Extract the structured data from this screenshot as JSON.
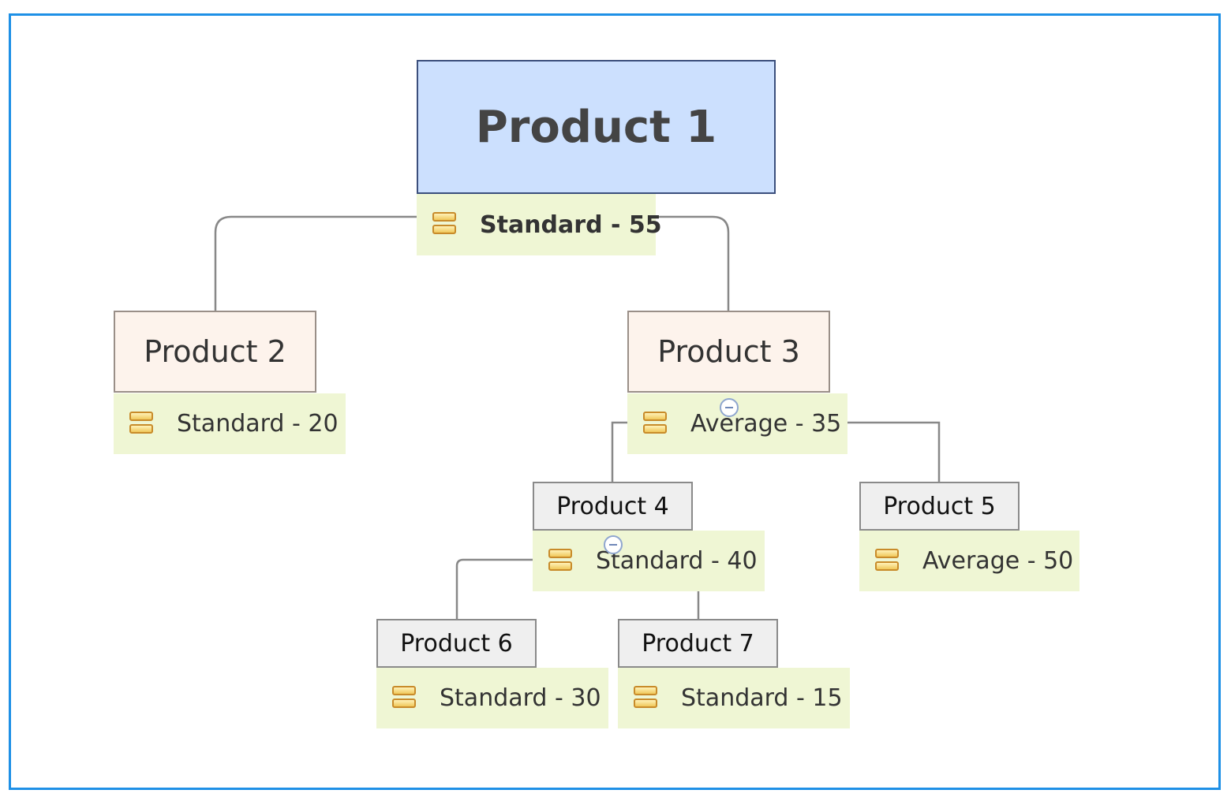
{
  "root": {
    "label": "Product 1",
    "note": "Standard - 55"
  },
  "children": [
    {
      "label": "Product 2",
      "note": "Standard - 20"
    },
    {
      "label": "Product 3",
      "note": "Average - 35"
    },
    {
      "label": "Product 4",
      "note": "Standard - 40"
    },
    {
      "label": "Product 5",
      "note": "Average - 50"
    },
    {
      "label": "Product 6",
      "note": "Standard - 30"
    },
    {
      "label": "Product 7",
      "note": "Standard - 15"
    }
  ],
  "colors": {
    "frame": "#1e90e6",
    "root_fill": "#cce0fe",
    "level1_fill": "#fdf3ec",
    "level2_fill": "#efefef",
    "note_fill": "#eff6d4"
  },
  "icons": {
    "note_icon": "stacked-layers-icon",
    "collapse_icon": "collapse-minus-icon"
  }
}
